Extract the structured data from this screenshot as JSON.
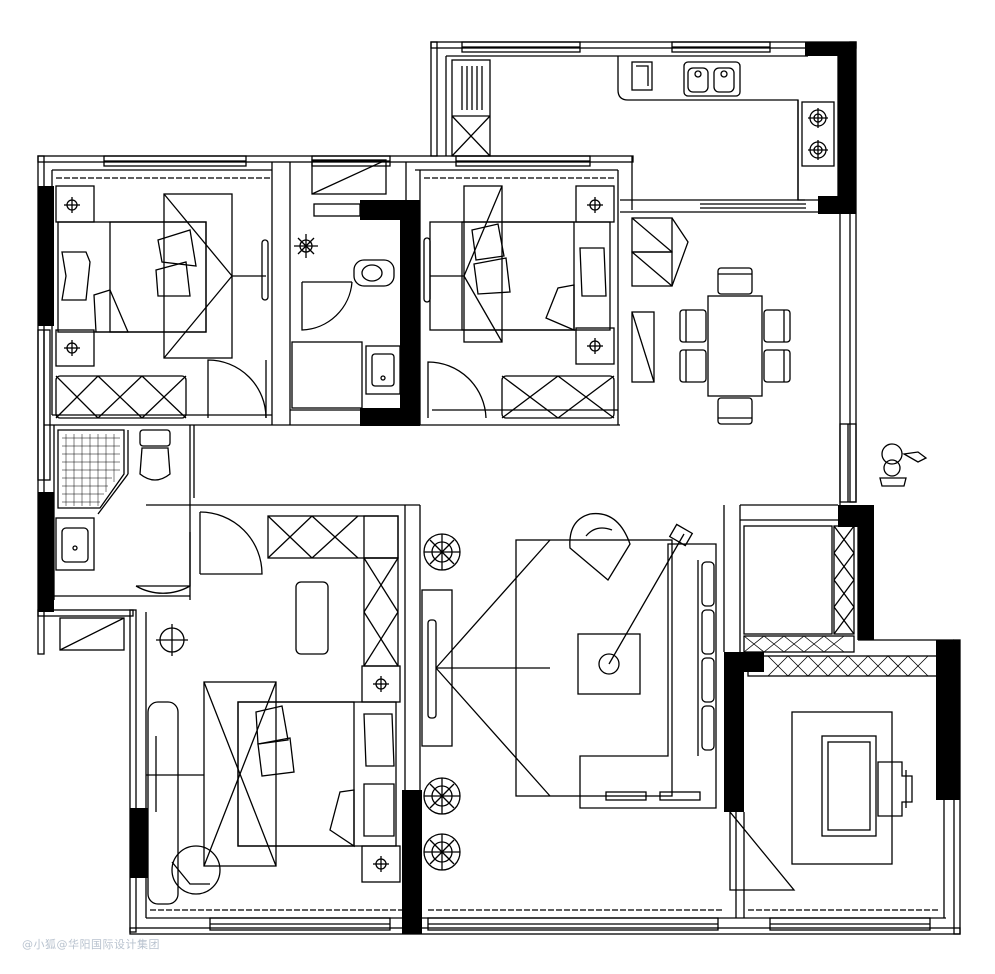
{
  "floor_plan": {
    "rooms": [
      {
        "id": "kitchen",
        "label": ""
      },
      {
        "id": "bedroom-north-west",
        "label": ""
      },
      {
        "id": "bathroom-north",
        "label": ""
      },
      {
        "id": "bedroom-north-middle",
        "label": ""
      },
      {
        "id": "dining-area",
        "label": ""
      },
      {
        "id": "bathroom-west",
        "label": ""
      },
      {
        "id": "master-bedroom",
        "label": ""
      },
      {
        "id": "living-room",
        "label": ""
      },
      {
        "id": "study",
        "label": ""
      }
    ]
  },
  "watermark": {
    "text": "@小狐@华阳国际设计集团"
  }
}
